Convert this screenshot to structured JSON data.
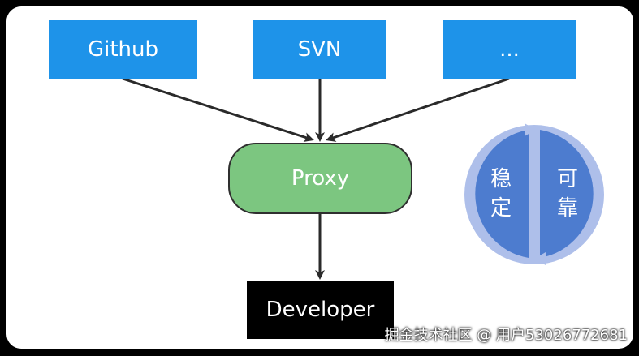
{
  "diagram": {
    "sources": [
      {
        "label": "Github"
      },
      {
        "label": "SVN"
      },
      {
        "label": "..."
      }
    ],
    "proxy": {
      "label": "Proxy"
    },
    "developer": {
      "label": "Developer"
    },
    "badge": {
      "left_line1": "稳",
      "left_line2": "定",
      "right_line1": "可",
      "right_line2": "靠"
    }
  },
  "watermark": {
    "footer_text": "掘金技术社区 @ 用户53026772681"
  },
  "colors": {
    "source_fill": "#1e93e9",
    "proxy_fill": "#7cc680",
    "developer_fill": "#000000",
    "badge_fill": "#4d7ccf",
    "badge_ring": "#aebfea",
    "arrow": "#2a2a2a"
  }
}
